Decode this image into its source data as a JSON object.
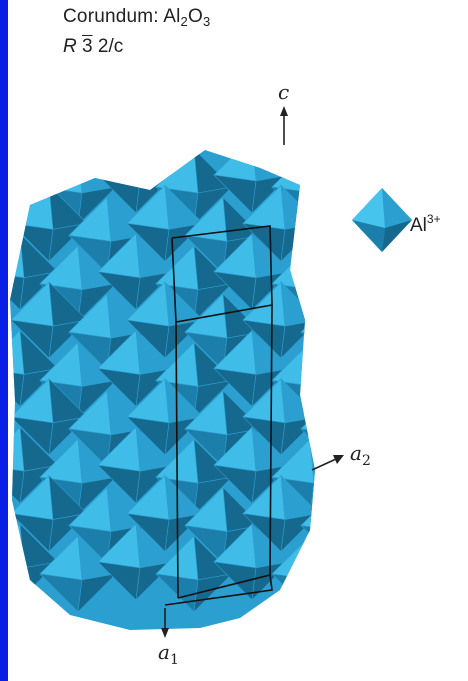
{
  "title": {
    "mineral": "Corundum: ",
    "element1": "Al",
    "subscript1": "2",
    "element2": "O",
    "subscript2": "3"
  },
  "space_group": {
    "lattice": "R",
    "bar_three": "3",
    "rest": "2/c"
  },
  "axes": {
    "c": "c",
    "a1_base": "a",
    "a1_sub": "1",
    "a2_base": "a",
    "a2_sub": "2"
  },
  "legend": {
    "ion": "Al",
    "charge": "3+"
  },
  "colors": {
    "light_face": "#3fbde8",
    "mid_face": "#2a9fd0",
    "dark_face": "#15688e",
    "border": "#0a1fe6",
    "cell_line": "#111111"
  }
}
